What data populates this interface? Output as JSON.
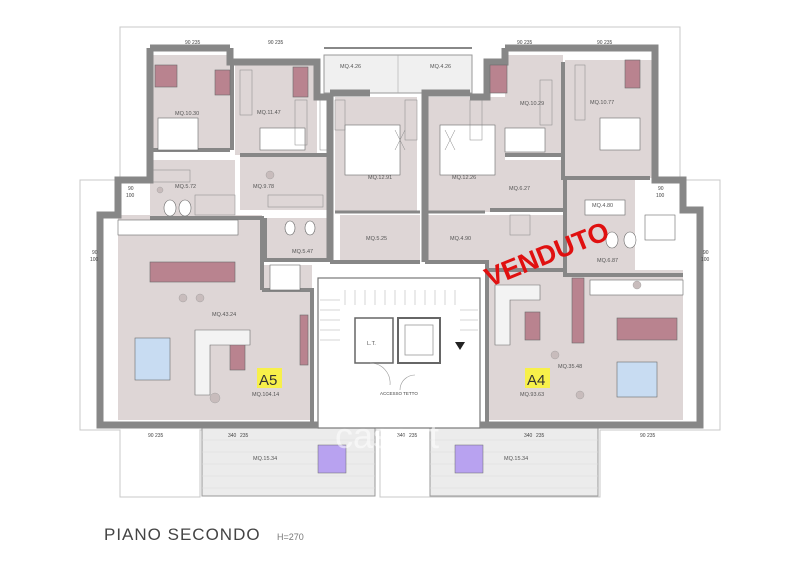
{
  "plan": {
    "title": "PIANO  SECONDO",
    "height_note": "H=270",
    "stamp": "VENDUTO",
    "watermark": "casa.it",
    "stairwell_label": "L.T.",
    "entrance_label": "ACCESSO TETTO",
    "apartments": [
      {
        "id": "A5",
        "area": "MQ.104.14"
      },
      {
        "id": "A4",
        "area": "MQ.93.63"
      }
    ],
    "rooms": [
      "MQ.10.30",
      "MQ.11.47",
      "MQ.4.26",
      "MQ.4.26",
      "MQ.10.29",
      "MQ.10.77",
      "MQ.5.72",
      "MQ.9.78",
      "MQ.12.91",
      "MQ.12.26",
      "MQ.6.27",
      "MQ.4.80",
      "MQ.5.47",
      "MQ.5.25",
      "MQ.4.90",
      "MQ.6.87",
      "MQ.43.24",
      "MQ.35.48",
      "MQ.15.34",
      "MQ.15.34"
    ],
    "dims": {
      "d90_235": [
        "90",
        "235"
      ],
      "d90_100": [
        "90",
        "100"
      ],
      "d340_235": [
        "340",
        "235"
      ]
    },
    "colors": {
      "wall": "#878787",
      "floor": "#ded6d6",
      "furniture": "#b9838f",
      "plant": "#c8bcbc",
      "blue": "#c8dcf2",
      "purple": "#b8a2f0",
      "stamp": "#e01010"
    }
  }
}
